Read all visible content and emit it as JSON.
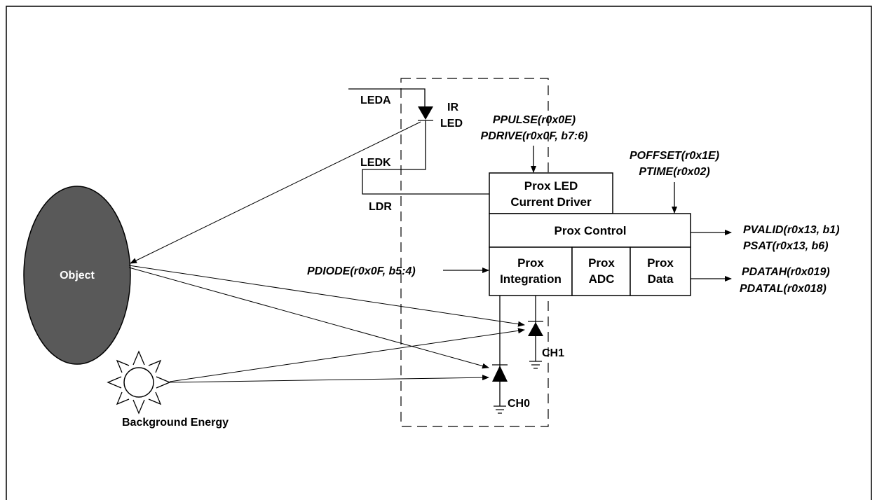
{
  "labels": {
    "leda": "LEDA",
    "ir": "IR",
    "led": "LED",
    "ledk": "LEDK",
    "ldr": "LDR",
    "ch0": "CH0",
    "ch1": "CH1",
    "object": "Object",
    "background_energy": "Background Energy"
  },
  "blocks": {
    "prox_led_driver": [
      "Prox LED",
      "Current Driver"
    ],
    "prox_control": "Prox Control",
    "prox_integration": [
      "Prox",
      "Integration"
    ],
    "prox_adc": [
      "Prox",
      "ADC"
    ],
    "prox_data": [
      "Prox",
      "Data"
    ]
  },
  "registers": {
    "ppulse": "PPULSE(r0x0E)",
    "pdrive": "PDRIVE(r0x0F, b7:6)",
    "poffset": "POFFSET(r0x1E)",
    "ptime": "PTIME(r0x02)",
    "pvalid": "PVALID(r0x13, b1)",
    "psat": "PSAT(r0x13, b6)",
    "pdiode": "PDIODE(r0x0F, b5:4)",
    "pdatah": "PDATAH(r0x019)",
    "pdatal": "PDATAL(r0x018)"
  },
  "colors": {
    "object_fill": "#595959",
    "line": "#000000"
  }
}
